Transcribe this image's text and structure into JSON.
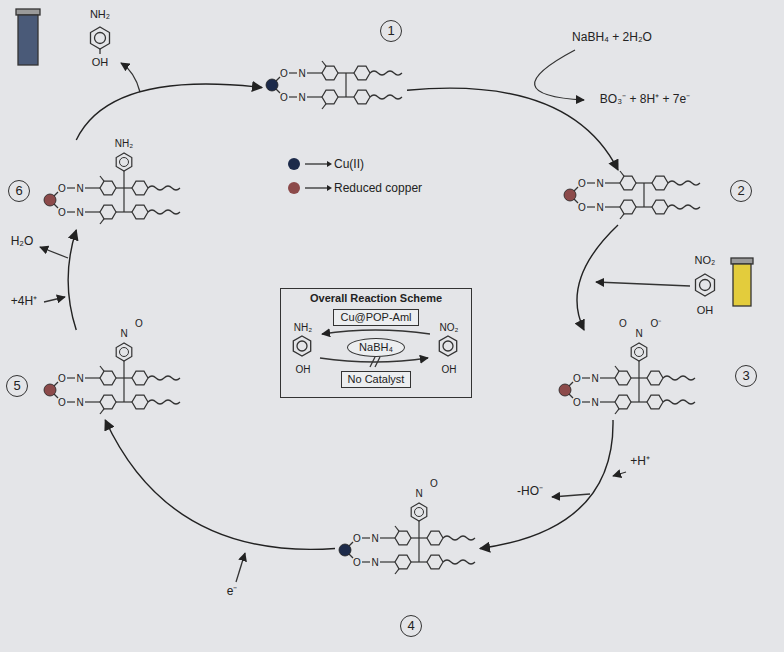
{
  "diagram": {
    "nodes": [
      {
        "text": [
          "1"
        ]
      },
      {
        "text": [
          "2"
        ]
      },
      {
        "text": [
          "3"
        ]
      },
      {
        "text": [
          "4"
        ]
      },
      {
        "text": [
          "5"
        ]
      },
      {
        "text": [
          "6"
        ]
      },
      {
        "text": [
          "Overall Reaction Scheme"
        ]
      },
      {
        "text": [
          "Cu@POP-Aml"
        ],
        "in": 6
      },
      {
        "text": [
          "NaBH₄"
        ],
        "in": 6
      },
      {
        "text": [
          "No Catalyst"
        ],
        "in": 6
      }
    ],
    "edges": [
      {
        "from": 0,
        "to": 1,
        "arrow": "to"
      },
      {
        "from": 1,
        "to": 2,
        "arrow": "to"
      },
      {
        "from": 2,
        "to": 3,
        "arrow": "to"
      },
      {
        "from": 3,
        "to": 4,
        "arrow": "to"
      },
      {
        "from": 4,
        "to": 5,
        "arrow": "to"
      },
      {
        "from": 5,
        "to": 0,
        "arrow": "to"
      }
    ],
    "labels": [
      "NaBH₄ + 2H₂O",
      "BO₃⁻ + 8H⁺ + 7e⁻",
      "NO₂",
      "OH",
      "+H⁺",
      "-HO⁻",
      "e⁻",
      "+4H⁺",
      "H₂O",
      "NH₂",
      "OH",
      "NH₂",
      "OH",
      "NO₂",
      "OH",
      "O",
      "N",
      "O",
      "N",
      "O",
      "N",
      "O",
      "N",
      "O",
      "N",
      "O",
      "N",
      "O",
      "N",
      "O",
      "N",
      "O",
      "N",
      "O",
      "N",
      "O",
      "N",
      "O",
      "N",
      "N",
      "O",
      "O⁻",
      "N",
      "O",
      "N",
      "O",
      "NH₂"
    ],
    "legend": [
      {
        "text": "Cu(II)",
        "color": "#1c2a4a"
      },
      {
        "text": "Reduced copper",
        "color": "#8c4a4a"
      }
    ]
  }
}
